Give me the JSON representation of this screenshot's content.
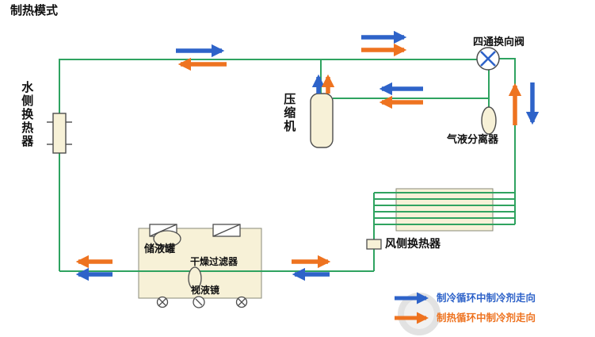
{
  "title": "制热模式",
  "colors": {
    "circuit_green": "#2fa360",
    "cooling_blue": "#2e63c9",
    "heating_orange": "#ee7320",
    "component_fill": "#f7f1d7",
    "component_outline": "#4d4d4d"
  },
  "components": {
    "water_hx": "水侧换热器",
    "compressor": "压缩机",
    "four_way_valve": "四通换向阀",
    "gas_liquid_separator": "气液分离器",
    "air_hx": "风侧换热器",
    "receiver_tank": "储液罐",
    "drier_filter": "干燥过滤器",
    "sight_glass": "视液镜"
  },
  "legend": {
    "cooling": {
      "label": "制冷循环中制冷剂走向",
      "color": "#2e63c9"
    },
    "heating": {
      "label": "制热循环中制冷剂走向",
      "color": "#ee7320"
    }
  }
}
